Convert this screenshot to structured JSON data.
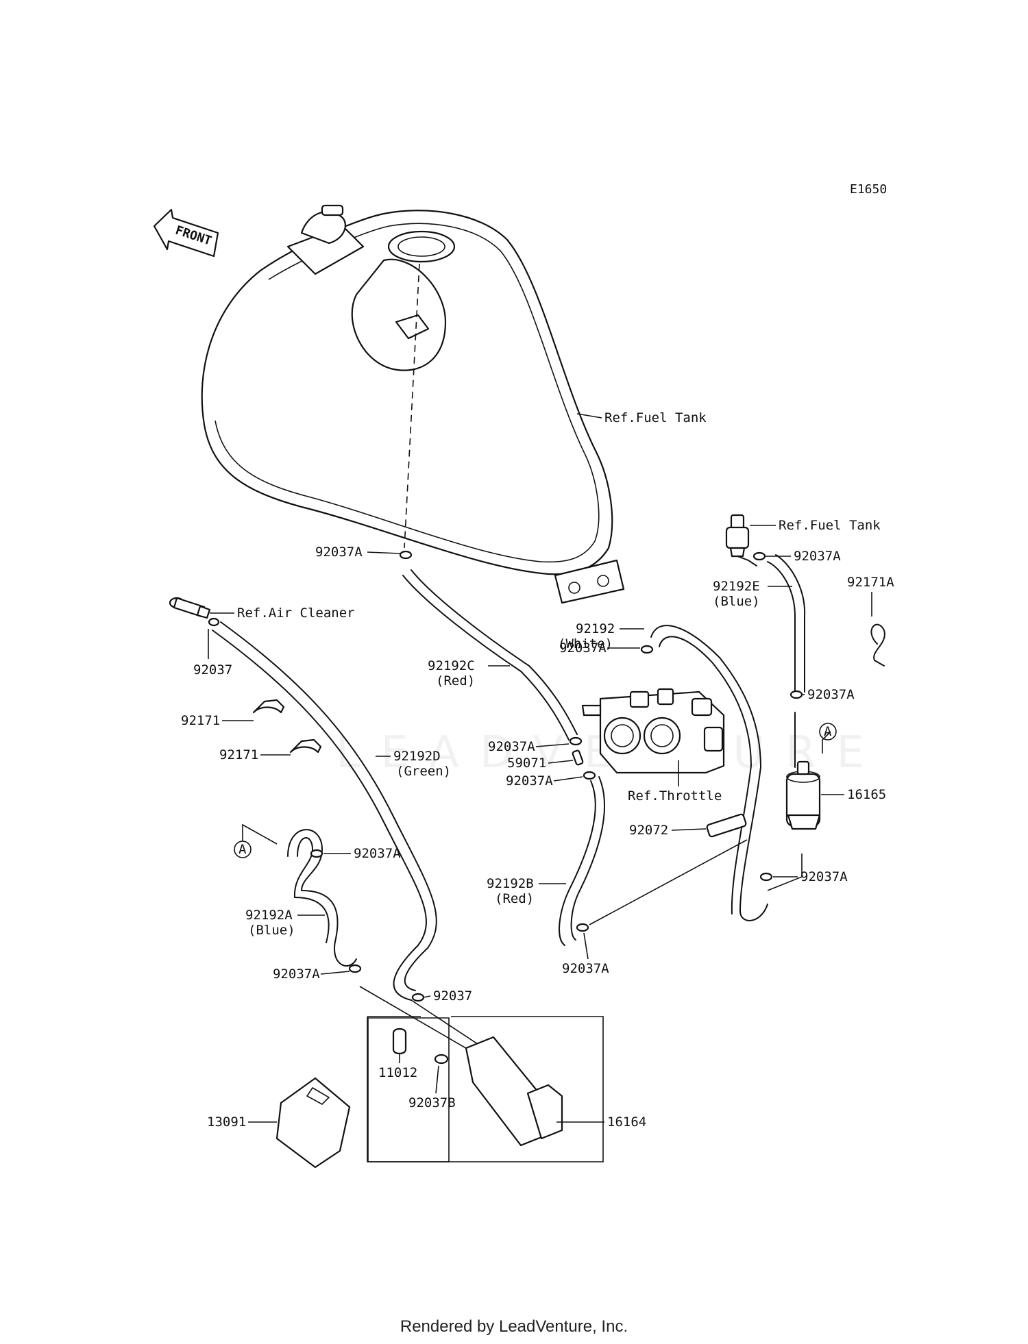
{
  "diagram_code": "E1650",
  "front_label": "FRONT",
  "footer_text": "Rendered by LeadVenture, Inc.",
  "watermark_text": "LEADVENTURE",
  "callouts": {
    "ref_fuel_tank_main": "Ref.Fuel Tank",
    "ref_fuel_tank_right": "Ref.Fuel Tank",
    "ref_air_cleaner": "Ref.Air Cleaner",
    "ref_throttle": "Ref.Throttle",
    "c_92037A_tank": "92037A",
    "c_92037A_right_top": "92037A",
    "c_92192E": "92192E",
    "c_92192E_color": "(Blue)",
    "c_92171A": "92171A",
    "c_92037": "92037",
    "c_92192C": "92192C",
    "c_92192C_color": "(Red)",
    "c_92192": "92192",
    "c_92192_color": "(White)",
    "c_92037A_throttle": "92037A",
    "c_92037A_right_mid": "92037A",
    "c_92171_a": "92171",
    "c_92171_b": "92171",
    "c_92192D": "92192D",
    "c_92192D_color": "(Green)",
    "c_92037A_b": "92037A",
    "c_59071": "59071",
    "c_92037A_c": "92037A",
    "c_16165": "16165",
    "c_92072": "92072",
    "c_92037A_left": "92037A",
    "c_92037A_right_low": "92037A",
    "c_92192B": "92192B",
    "c_92192B_color": "(Red)",
    "c_92192A": "92192A",
    "c_92192A_color": "(Blue)",
    "c_92037A_bottom": "92037A",
    "c_92037A_lower_left": "92037A",
    "c_92037_lower": "92037",
    "c_11012": "11012",
    "c_92037B": "92037B",
    "c_13091": "13091",
    "c_16164": "16164",
    "marker_a_left": "A",
    "marker_a_right": "A"
  }
}
